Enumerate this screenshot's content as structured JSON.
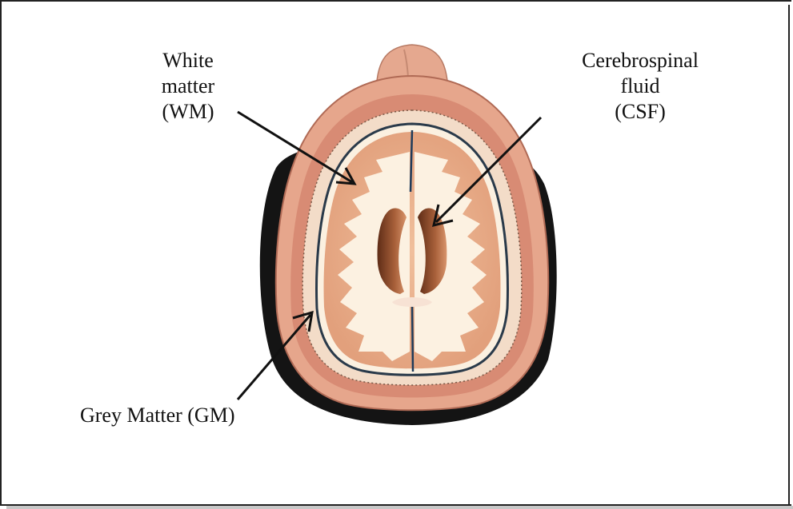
{
  "labels": {
    "white_matter": [
      "White",
      "matter",
      "(WM)"
    ],
    "csf": [
      "Cerebrospinal",
      "fluid",
      "(CSF)"
    ],
    "grey_matter": "Grey Matter (GM)"
  },
  "colors": {
    "skin": "#e7a78e",
    "skin_dark": "#c97a66",
    "skull": "#f2d8c4",
    "grey_matter": "#e8b08c",
    "white_matter": "#fbf0e0",
    "ventricle": "#8a4a2a",
    "shadow": "#1a1a1a"
  }
}
